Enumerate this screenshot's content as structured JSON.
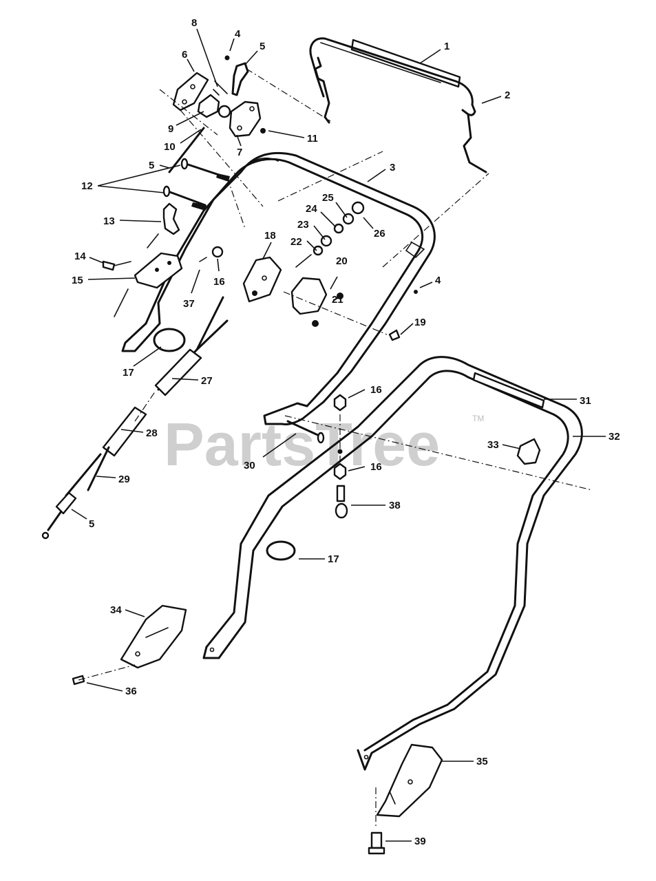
{
  "watermark": {
    "text": "PartsTree",
    "tm": "TM"
  },
  "callouts": [
    {
      "id": "c1",
      "label": "1"
    },
    {
      "id": "c2",
      "label": "2"
    },
    {
      "id": "c3",
      "label": "3"
    },
    {
      "id": "c4a",
      "label": "4"
    },
    {
      "id": "c4b",
      "label": "4"
    },
    {
      "id": "c5a",
      "label": "5"
    },
    {
      "id": "c5b",
      "label": "5"
    },
    {
      "id": "c5c",
      "label": "5"
    },
    {
      "id": "c6",
      "label": "6"
    },
    {
      "id": "c7",
      "label": "7"
    },
    {
      "id": "c8",
      "label": "8"
    },
    {
      "id": "c9",
      "label": "9"
    },
    {
      "id": "c10",
      "label": "10"
    },
    {
      "id": "c11",
      "label": "11"
    },
    {
      "id": "c12",
      "label": "12"
    },
    {
      "id": "c13",
      "label": "13"
    },
    {
      "id": "c14",
      "label": "14"
    },
    {
      "id": "c15",
      "label": "15"
    },
    {
      "id": "c16a",
      "label": "16"
    },
    {
      "id": "c16b",
      "label": "16"
    },
    {
      "id": "c16c",
      "label": "16"
    },
    {
      "id": "c17a",
      "label": "17"
    },
    {
      "id": "c17b",
      "label": "17"
    },
    {
      "id": "c18",
      "label": "18"
    },
    {
      "id": "c19",
      "label": "19"
    },
    {
      "id": "c20",
      "label": "20"
    },
    {
      "id": "c21",
      "label": "21"
    },
    {
      "id": "c22",
      "label": "22"
    },
    {
      "id": "c23",
      "label": "23"
    },
    {
      "id": "c24",
      "label": "24"
    },
    {
      "id": "c25",
      "label": "25"
    },
    {
      "id": "c26",
      "label": "26"
    },
    {
      "id": "c27",
      "label": "27"
    },
    {
      "id": "c28",
      "label": "28"
    },
    {
      "id": "c29",
      "label": "29"
    },
    {
      "id": "c30",
      "label": "30"
    },
    {
      "id": "c31",
      "label": "31"
    },
    {
      "id": "c32",
      "label": "32"
    },
    {
      "id": "c33",
      "label": "33"
    },
    {
      "id": "c34",
      "label": "34"
    },
    {
      "id": "c35",
      "label": "35"
    },
    {
      "id": "c36",
      "label": "36"
    },
    {
      "id": "c37",
      "label": "37"
    },
    {
      "id": "c38",
      "label": "38"
    },
    {
      "id": "c39",
      "label": "39"
    }
  ]
}
